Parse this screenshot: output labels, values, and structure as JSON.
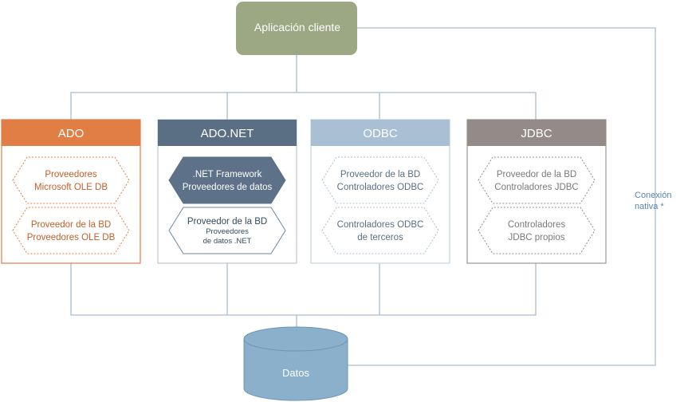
{
  "client": {
    "label": "Aplicación cliente",
    "color": "#9ca883",
    "text_color": "#ffffff"
  },
  "database": {
    "label": "Datos",
    "color": "#8ab0cc",
    "stroke": "#6d95b5"
  },
  "native_connection": {
    "line1": "Conexión",
    "line2": "nativa *",
    "color": "#5b84b1"
  },
  "line_color": "#a9bccd",
  "columns": [
    {
      "title": "ADO",
      "header_color": "#e07e46",
      "border_color": "#e07e46",
      "text_color": "#c0602a",
      "items": [
        {
          "lines": [
            "Proveedores",
            "Microsoft OLE DB"
          ],
          "style": "dotted"
        },
        {
          "lines": [
            "Proveedor de la BD",
            "Proveedores OLE DB"
          ],
          "style": "dotted"
        }
      ]
    },
    {
      "title": "ADO.NET",
      "header_color": "#5a6f84",
      "border_color": "#bfc8d1",
      "text_color": "#34495e",
      "items": [
        {
          "lines": [
            ".NET Framework",
            "Proveedores de datos"
          ],
          "style": "filled",
          "fill": "#5d7289"
        },
        {
          "lines": [
            "Proveedor de la BD",
            "Proveedores",
            "de datos .NET"
          ],
          "style": "solid"
        }
      ]
    },
    {
      "title": "ODBC",
      "header_color": "#a9bfd4",
      "border_color": "#c5d3e0",
      "text_color": "#5a6f84",
      "items": [
        {
          "lines": [
            "Proveedor de la BD",
            "Controladores ODBC"
          ],
          "style": "dotted"
        },
        {
          "lines": [
            "Controladores ODBC",
            "de terceros"
          ],
          "style": "dotted"
        }
      ]
    },
    {
      "title": "JDBC",
      "header_color": "#948b88",
      "border_color": "#9e9694",
      "text_color": "#7a7a7a",
      "items": [
        {
          "lines": [
            "Proveedor de la BD",
            "Controladores JDBC"
          ],
          "style": "dotted"
        },
        {
          "lines": [
            "Controladores",
            "JDBC propios"
          ],
          "style": "dotted"
        }
      ]
    }
  ]
}
